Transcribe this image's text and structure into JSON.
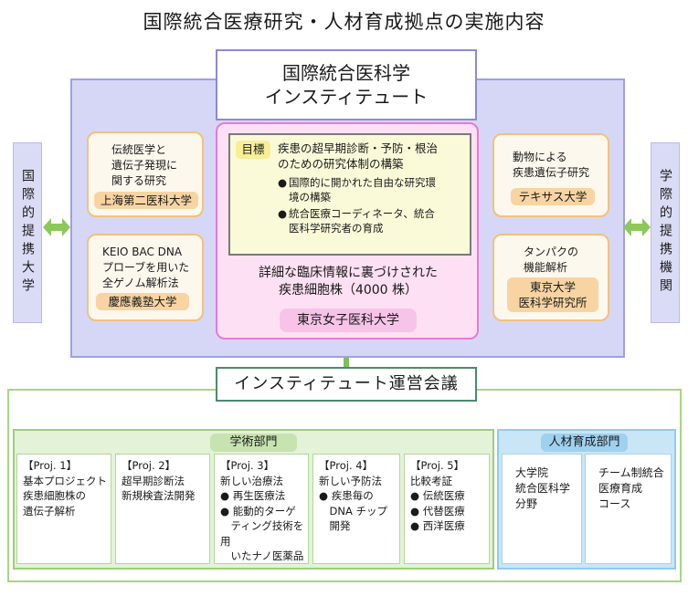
{
  "title": "国際統合医療研究・人材育成拠点の実施内容",
  "institute": {
    "title_line1": "国際統合医科学",
    "title_line2": "インスティテュート",
    "left_side": "国際的提携大学",
    "right_side": "学際的提携機関",
    "partners": {
      "shanghai": {
        "desc": [
          "伝統医学と",
          "遺伝子発現に",
          "関する研究"
        ],
        "name": "上海第二医科大学"
      },
      "keio": {
        "desc": [
          "KEIO BAC DNA",
          "プローブを用いた",
          "全ゲノム解析法"
        ],
        "name": "慶應義塾大学"
      },
      "texas": {
        "desc": [
          "動物による",
          "疾患遺伝子研究"
        ],
        "name": "テキサス大学"
      },
      "tokyo": {
        "desc": [
          "タンパクの",
          "機能解析"
        ],
        "name_line1": "東京大学",
        "name_line2": "医科学研究所"
      }
    },
    "goal": {
      "tag": "目標",
      "text_line1": "疾患の超早期診断・予防・根治",
      "text_line2": "のための研究体制の構築",
      "bullets": [
        [
          "国際的に開かれた自由な研究環",
          "境の構築"
        ],
        [
          "統合医療コーディネータ、統合",
          "医科学研究者の育成"
        ]
      ]
    },
    "detail_line1": "詳細な臨床情報に裏づけされた",
    "detail_line2": "疾患細胞株（4000 株）",
    "center_university": "東京女子医科大学"
  },
  "management": {
    "title": "インスティテュート運営会議",
    "academic": {
      "tag": "学術部門",
      "projects": [
        {
          "label": "【Proj. 1】",
          "lines": [
            "基本プロジェクト",
            "疾患細胞株の",
            "遺伝子解析"
          ]
        },
        {
          "label": "【Proj. 2】",
          "lines": [
            "超早期診断法",
            "新規検査法開発"
          ]
        },
        {
          "label": "【Proj. 3】",
          "lines": [
            "新しい治療法",
            "● 再生医療法",
            "● 能動的ターゲ",
            "　ティング技術を用",
            "　いたナノ医薬品"
          ]
        },
        {
          "label": "【Proj. 4】",
          "lines": [
            "新しい予防法",
            "● 疾患毎の",
            "　DNA チップ",
            "　開発"
          ]
        },
        {
          "label": "【Proj. 5】",
          "lines": [
            "比較考証",
            "● 伝統医療",
            "● 代替医療",
            "● 西洋医療"
          ]
        }
      ]
    },
    "hr": {
      "tag": "人材育成部門",
      "boxes": [
        [
          "大学院",
          "統合医科学",
          "分野"
        ],
        [
          "チーム制統合",
          "医療育成",
          "コース"
        ]
      ]
    }
  },
  "colors": {
    "institute_bg": "#d6d7f6",
    "center_pink": "#fde0f4",
    "partner_orange": "#f2c27a",
    "academic_green": "#e4f2d8",
    "hr_blue": "#c9e6f6",
    "arrow_green": "#8dc85a"
  }
}
